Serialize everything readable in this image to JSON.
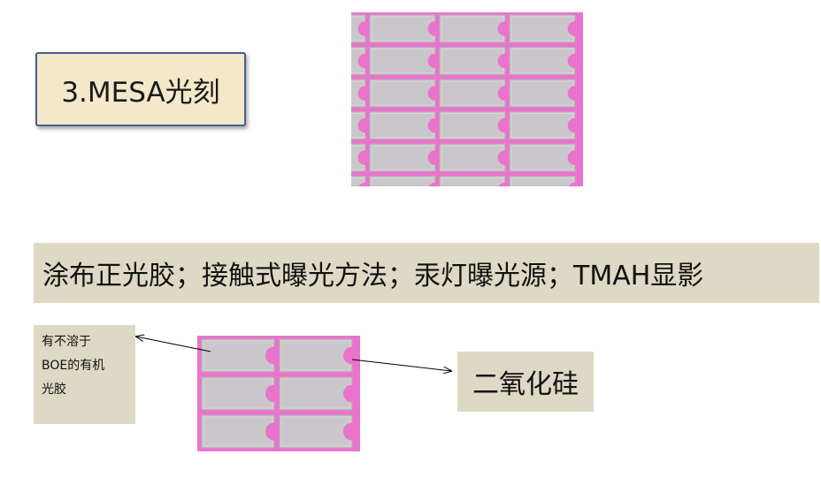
{
  "slide": {
    "title": "3.MESA光刻",
    "process_text": "涂布正光胶；接触式曝光方法；汞灯曝光源；TMAH显影",
    "label_left_lines": [
      "有不溶于",
      "BOE的有机",
      "光胶"
    ],
    "label_right": "二氧化硅"
  },
  "colors": {
    "pad_gray": "#c9c7c9",
    "grid_pink": "#ea73cc",
    "label_bg": "#ddd9c4",
    "title_bg": "#f3e8c9",
    "title_border": "#41618a"
  }
}
